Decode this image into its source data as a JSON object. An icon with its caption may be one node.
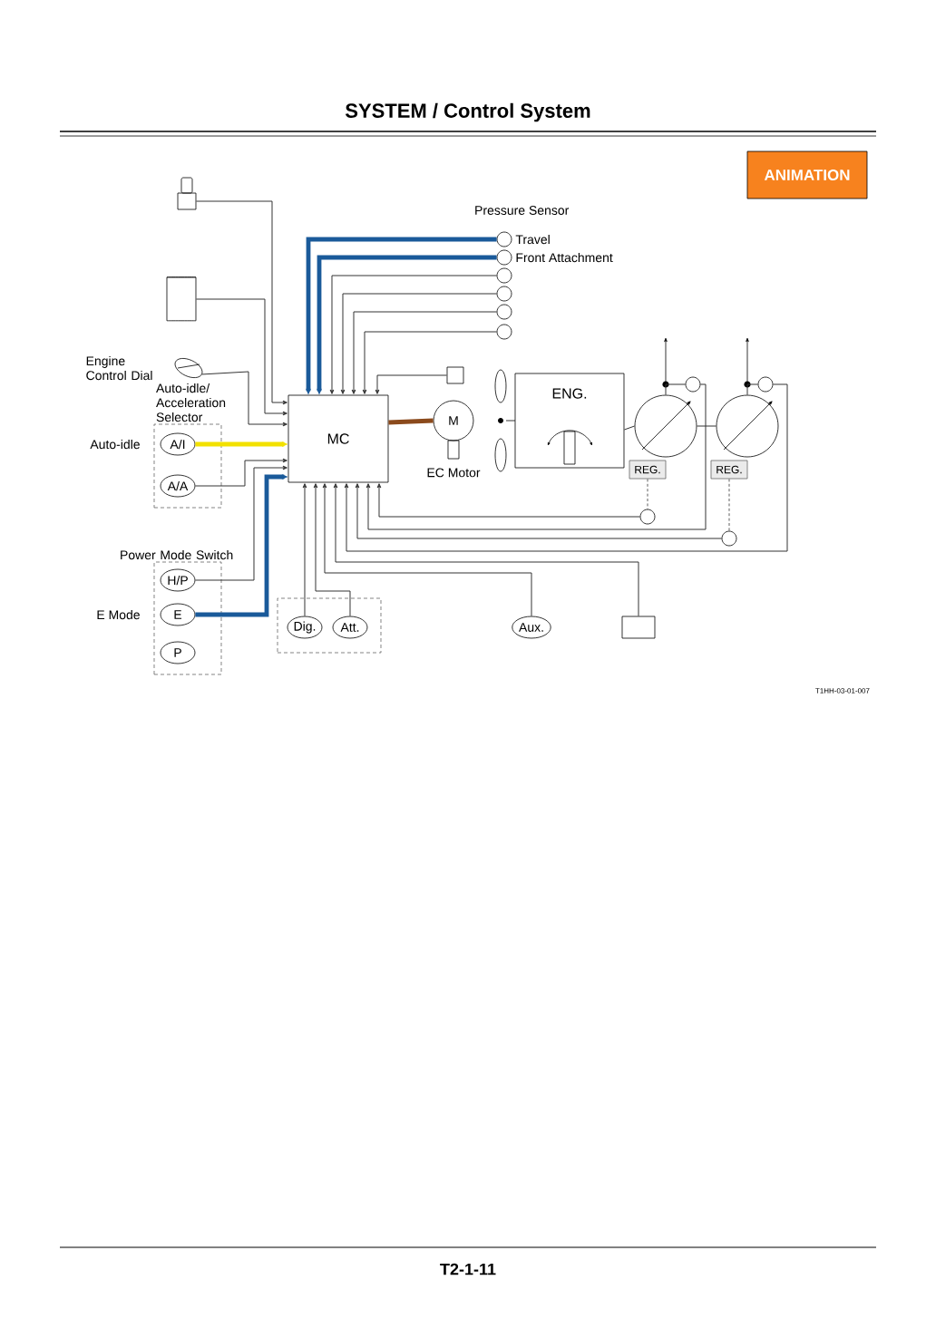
{
  "diagram": {
    "title": "SYSTEM / Control System",
    "nodes": [
      {
        "text": [
          "MC"
        ]
      },
      {
        "text": [],
        "shape": "box"
      },
      {
        "text": [],
        "shape": "cylinder"
      },
      {
        "text": [],
        "shape": "dial",
        "beside": [
          "Engine Control Dial"
        ]
      },
      {
        "text": [
          "Auto-idle/ Acceleration Selector"
        ]
      },
      {
        "text": [
          "A/I"
        ],
        "in": 4,
        "beside": [
          "Auto-idle"
        ]
      },
      {
        "text": [
          "A/A"
        ],
        "in": 4
      },
      {
        "text": [
          "Power Mode Switch"
        ]
      },
      {
        "text": [
          "H/P"
        ],
        "in": 7
      },
      {
        "text": [
          "E"
        ],
        "in": 7,
        "beside": [
          "E Mode"
        ]
      },
      {
        "text": [
          "P"
        ],
        "in": 7
      },
      {
        "text": [],
        "shape": "box"
      },
      {
        "text": [
          "Dig."
        ],
        "in": 11
      },
      {
        "text": [
          "Att."
        ],
        "in": 11
      },
      {
        "text": [],
        "shape": "circle",
        "beside": [
          "Travel"
        ]
      },
      {
        "text": [],
        "shape": "circle",
        "beside": [
          "Front Attachment"
        ]
      },
      {
        "text": [],
        "shape": "circle"
      },
      {
        "text": [],
        "shape": "circle"
      },
      {
        "text": [],
        "shape": "circle"
      },
      {
        "text": [],
        "shape": "circle"
      },
      {
        "text": [],
        "shape": "box"
      },
      {
        "text": [
          "M"
        ],
        "beside": [
          "EC Motor"
        ]
      },
      {
        "text": [
          "ENG."
        ]
      },
      {
        "text": [],
        "shape": "circle"
      },
      {
        "text": [],
        "shape": "circle"
      },
      {
        "text": [
          "REG."
        ]
      },
      {
        "text": [
          "REG."
        ]
      },
      {
        "text": [],
        "shape": "circle"
      },
      {
        "text": [],
        "shape": "circle"
      },
      {
        "text": [],
        "shape": "circle"
      },
      {
        "text": [],
        "shape": "circle"
      },
      {
        "text": [
          "Aux."
        ]
      },
      {
        "text": [],
        "shape": "box"
      }
    ],
    "edges": [
      {
        "from": 1,
        "to": 0,
        "arrow": "to"
      },
      {
        "from": 2,
        "to": 0,
        "arrow": "to"
      },
      {
        "from": 3,
        "to": 0,
        "arrow": "to"
      },
      {
        "from": 5,
        "to": 0,
        "arrow": "to",
        "style": "thick",
        "color": "#f2e100"
      },
      {
        "from": 6,
        "to": 0,
        "arrow": "to"
      },
      {
        "from": 8,
        "to": 0,
        "arrow": "to"
      },
      {
        "from": 9,
        "to": 0,
        "arrow": "to",
        "style": "thick",
        "color": "#1a5a9a"
      },
      {
        "from": 12,
        "to": 0,
        "arrow": "to"
      },
      {
        "from": 13,
        "to": 0,
        "arrow": "to"
      },
      {
        "from": 14,
        "to": 0,
        "arrow": "to",
        "style": "thick",
        "color": "#1a5a9a"
      },
      {
        "from": 15,
        "to": 0,
        "arrow": "to",
        "style": "thick",
        "color": "#1a5a9a"
      },
      {
        "from": 16,
        "to": 0,
        "arrow": "to"
      },
      {
        "from": 17,
        "to": 0,
        "arrow": "to"
      },
      {
        "from": 18,
        "to": 0,
        "arrow": "to"
      },
      {
        "from": 19,
        "to": 0,
        "arrow": "to"
      },
      {
        "from": 20,
        "to": 0,
        "arrow": "to"
      },
      {
        "from": 0,
        "to": 21,
        "arrow": "none",
        "style": "thick",
        "color": "#8b4a1c"
      },
      {
        "from": 22,
        "to": 23,
        "arrow": "none"
      },
      {
        "from": 23,
        "to": 24,
        "arrow": "none"
      },
      {
        "from": 23,
        "to": 27,
        "arrow": "none"
      },
      {
        "from": 24,
        "to": 28,
        "arrow": "none"
      },
      {
        "from": 25,
        "to": 29,
        "arrow": "none",
        "style": "dashed"
      },
      {
        "from": 26,
        "to": 30,
        "arrow": "none",
        "style": "dashed"
      },
      {
        "from": 29,
        "to": 0,
        "arrow": "to"
      },
      {
        "from": 27,
        "to": 0,
        "arrow": "to"
      },
      {
        "from": 30,
        "to": 0,
        "arrow": "to"
      },
      {
        "from": 28,
        "to": 0,
        "arrow": "to"
      },
      {
        "from": 32,
        "to": 0,
        "arrow": "to"
      },
      {
        "from": 31,
        "to": 0,
        "arrow": "to"
      }
    ],
    "labels": [
      "ANIMATION",
      "Pressure Sensor",
      "T1HH-03-01-007",
      "T2-1-11"
    ]
  }
}
